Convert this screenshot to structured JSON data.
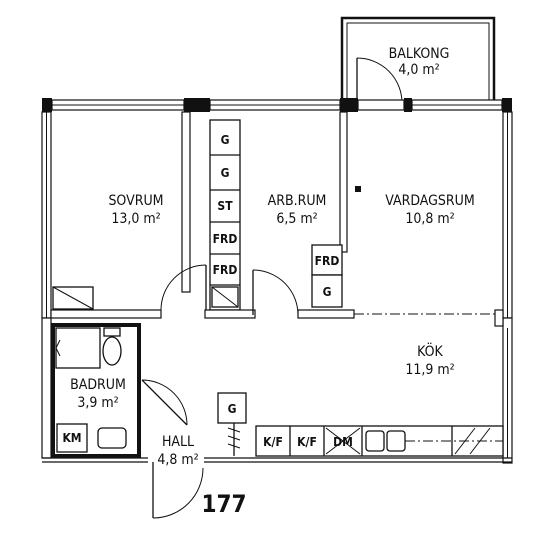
{
  "unit_number": "177",
  "rooms": {
    "balkong": {
      "name": "BALKONG",
      "area": "4,0 m²"
    },
    "sovrum": {
      "name": "SOVRUM",
      "area": "13,0 m²"
    },
    "arbrum": {
      "name": "ARB.RUM",
      "area": "6,5 m²"
    },
    "vardagsrum": {
      "name": "VARDAGSRUM",
      "area": "10,8 m²"
    },
    "kok": {
      "name": "KÖK",
      "area": "11,9 m²"
    },
    "badrum": {
      "name": "BADRUM",
      "area": "3,9 m²"
    },
    "hall": {
      "name": "HALL",
      "area": "4,8 m²"
    }
  },
  "fixtures": {
    "wardrobe_1": "G",
    "wardrobe_2": "G",
    "storage": "ST",
    "freezer_1": "FRD",
    "freezer_2": "FRD",
    "arb_freezer": "FRD",
    "arb_wardrobe": "G",
    "hall_wardrobe": "G",
    "washer": "KM",
    "fridge_1": "K/F",
    "fridge_2": "K/F",
    "dishwasher": "DM"
  }
}
